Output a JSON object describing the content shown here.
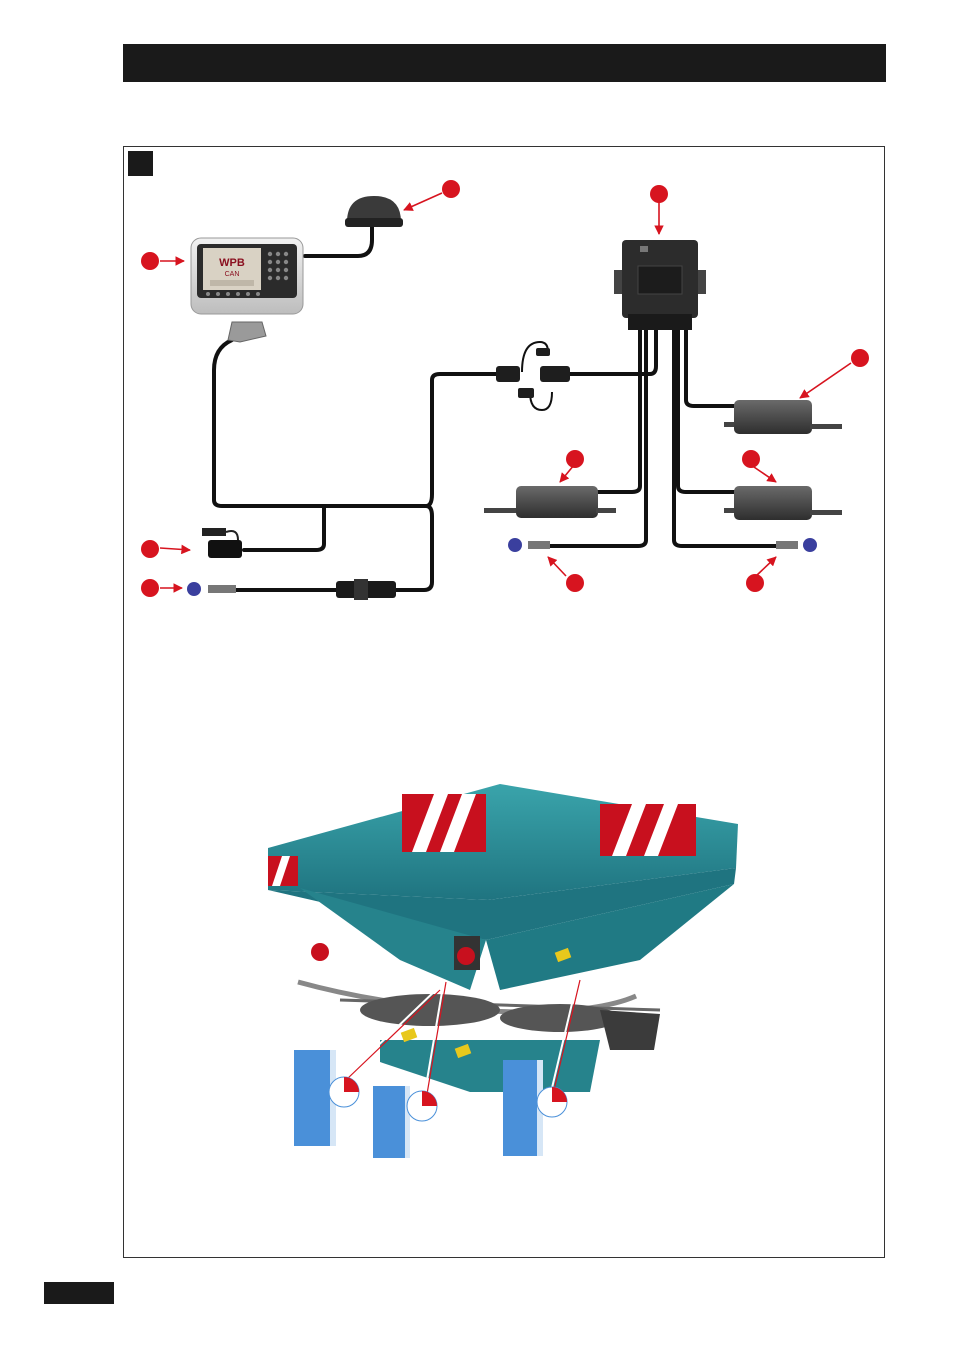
{
  "terminal": {
    "screen_title": "WPB",
    "screen_subtitle": "CAN"
  },
  "colors": {
    "callout_red": "#d7141f",
    "cable_black": "#111111",
    "sensor_blue": "#3a3f9e",
    "hopper_teal": "#2a8b93",
    "scene_blue": "#4a90d9"
  },
  "icons": {
    "callout": "red-circle-marker",
    "sensor": "inductive-sensor-icon",
    "actuator": "linear-actuator-icon"
  }
}
